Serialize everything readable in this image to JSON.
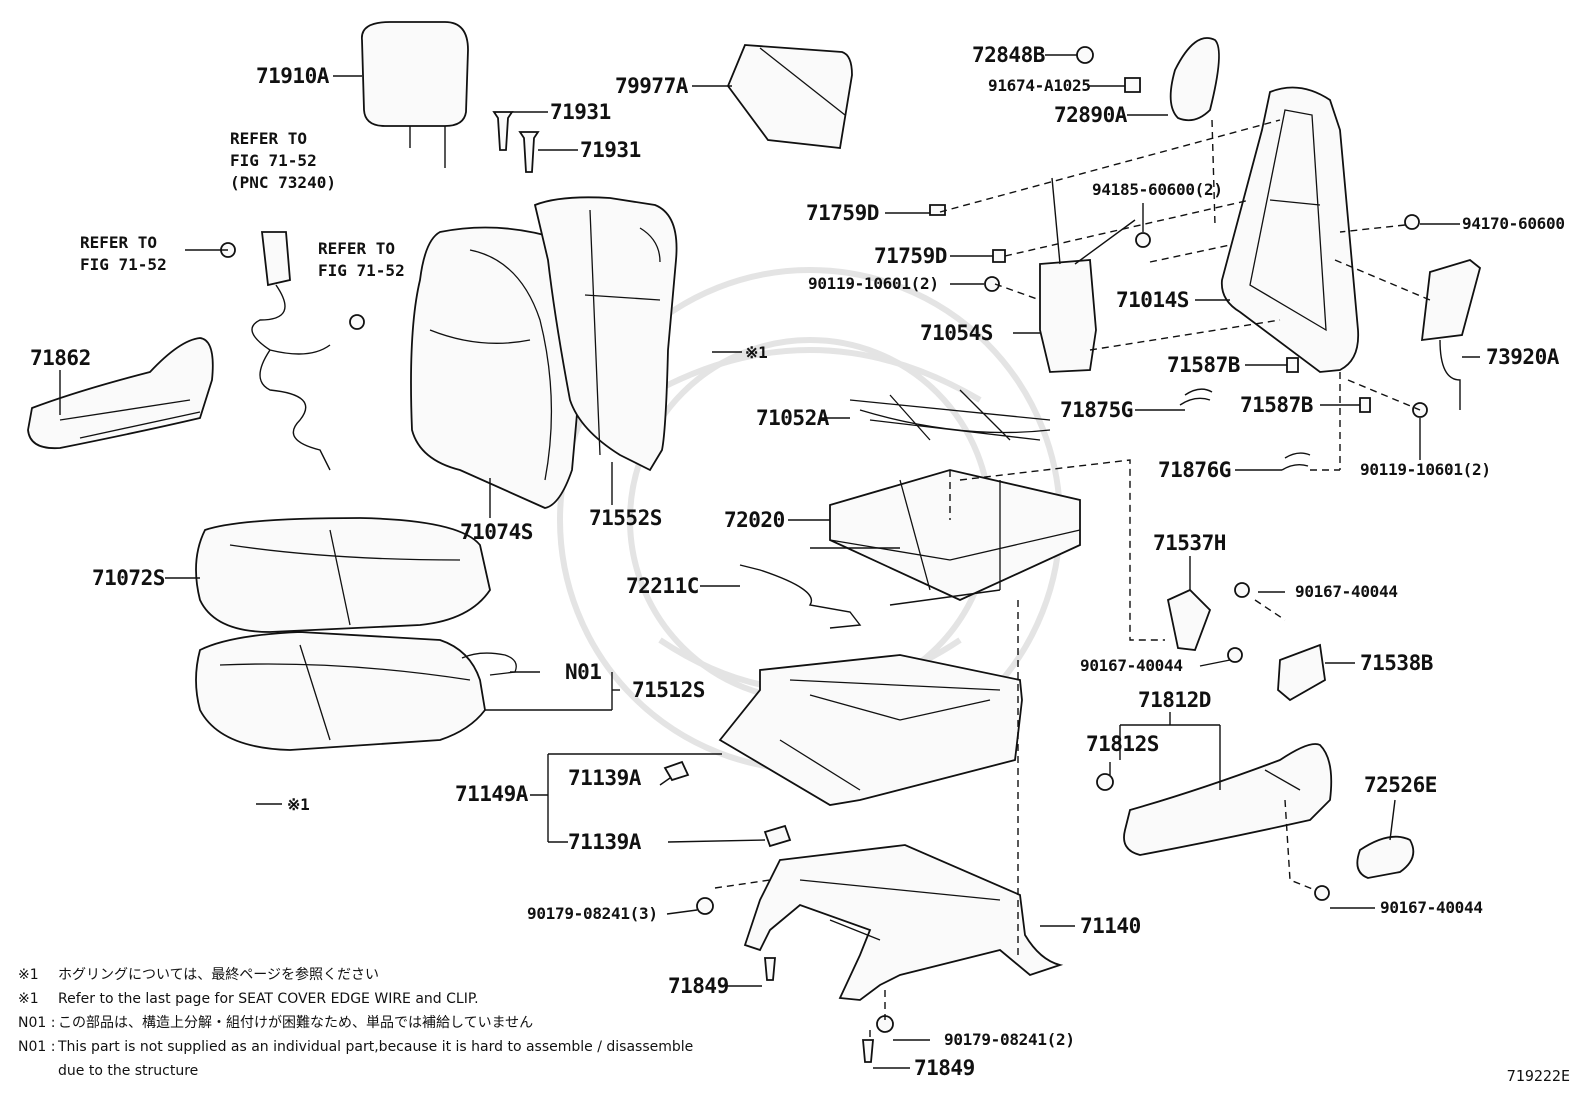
{
  "labels": [
    {
      "id": "71910A",
      "text": "71910A"
    },
    {
      "id": "79977A",
      "text": "79977A"
    },
    {
      "id": "71931a",
      "text": "71931"
    },
    {
      "id": "71931b",
      "text": "71931"
    },
    {
      "id": "72848B",
      "text": "72848B"
    },
    {
      "id": "91674-A1025",
      "text": "91674-A1025"
    },
    {
      "id": "72890A",
      "text": "72890A"
    },
    {
      "id": "94185-60600",
      "text": "94185-60600(2)"
    },
    {
      "id": "94170-60600",
      "text": "94170-60600"
    },
    {
      "id": "71759Da",
      "text": "71759D"
    },
    {
      "id": "71759Db",
      "text": "71759D"
    },
    {
      "id": "90119-10601a",
      "text": "90119-10601(2)"
    },
    {
      "id": "71014S",
      "text": "71014S"
    },
    {
      "id": "71054S",
      "text": "71054S"
    },
    {
      "id": "71587Ba",
      "text": "71587B"
    },
    {
      "id": "73920A",
      "text": "73920A"
    },
    {
      "id": "71875G",
      "text": "71875G"
    },
    {
      "id": "71587Bb",
      "text": "71587B"
    },
    {
      "id": "90119-10601b",
      "text": "90119-10601(2)"
    },
    {
      "id": "71876G",
      "text": "71876G"
    },
    {
      "id": "71862",
      "text": "71862"
    },
    {
      "id": "71052A",
      "text": "71052A"
    },
    {
      "id": "72020",
      "text": "72020"
    },
    {
      "id": "71074S",
      "text": "71074S"
    },
    {
      "id": "71552S",
      "text": "71552S"
    },
    {
      "id": "71072S",
      "text": "71072S"
    },
    {
      "id": "72211C",
      "text": "72211C"
    },
    {
      "id": "71537H",
      "text": "71537H"
    },
    {
      "id": "90167-40044a",
      "text": "90167-40044"
    },
    {
      "id": "90167-40044b",
      "text": "90167-40044"
    },
    {
      "id": "71538B",
      "text": "71538B"
    },
    {
      "id": "N01",
      "text": "N01"
    },
    {
      "id": "71512S",
      "text": "71512S"
    },
    {
      "id": "71812D",
      "text": "71812D"
    },
    {
      "id": "71812S",
      "text": "71812S"
    },
    {
      "id": "71149A",
      "text": "71149A"
    },
    {
      "id": "71139Aa",
      "text": "71139A"
    },
    {
      "id": "71139Ab",
      "text": "71139A"
    },
    {
      "id": "72526E",
      "text": "72526E"
    },
    {
      "id": "90167-40044c",
      "text": "90167-40044"
    },
    {
      "id": "90179-08241a",
      "text": "90179-08241(3)"
    },
    {
      "id": "71140",
      "text": "71140"
    },
    {
      "id": "71849a",
      "text": "71849"
    },
    {
      "id": "90179-08241b",
      "text": "90179-08241(2)"
    },
    {
      "id": "71849b",
      "text": "71849"
    },
    {
      "id": "ring1",
      "text": "※1"
    },
    {
      "id": "ring2",
      "text": "※1"
    }
  ],
  "references": {
    "ref_top": "REFER TO\nFIG 71-52\n(PNC 73240)",
    "ref_left": "REFER TO\nFIG 71-52",
    "ref_mid": "REFER TO\nFIG 71-52"
  },
  "notes": [
    {
      "key": "※1",
      "text": "ホグリングについては、最終ページを参照ください"
    },
    {
      "key": "※1",
      "text": "Refer to the last page for SEAT COVER EDGE WIRE and CLIP."
    },
    {
      "key": "N01 :",
      "text": "この部品は、構造上分解・組付けが困難なため、単品では補給していません"
    },
    {
      "key": "N01 :",
      "text": "This part is not supplied as an individual part,because it is hard to assemble / disassemble"
    },
    {
      "key": "",
      "text": "due to the structure"
    }
  ],
  "figure_code": "719222E"
}
